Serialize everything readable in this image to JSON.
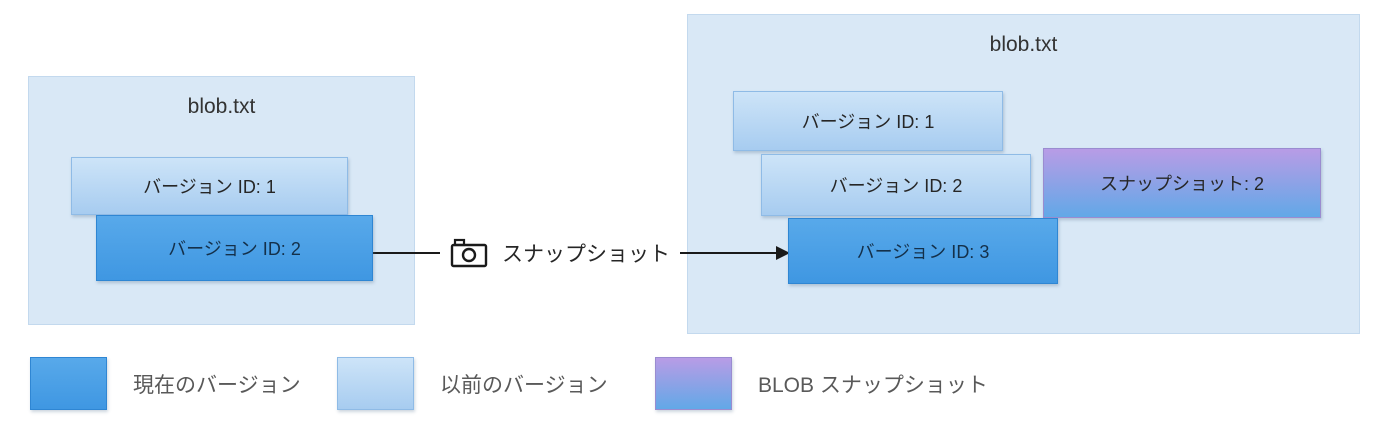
{
  "left_container": {
    "title": "blob.txt",
    "versions": [
      {
        "label": "バージョン ID: 1",
        "type": "previous"
      },
      {
        "label": "バージョン ID: 2",
        "type": "current"
      }
    ]
  },
  "arrow": {
    "label": "スナップショット",
    "icon": "camera-icon"
  },
  "right_container": {
    "title": "blob.txt",
    "versions": [
      {
        "label": "バージョン ID: 1",
        "type": "previous"
      },
      {
        "label": "バージョン ID: 2",
        "type": "previous"
      },
      {
        "label": "バージョン ID: 3",
        "type": "current"
      }
    ],
    "snapshot": {
      "label": "スナップショット: 2",
      "type": "snapshot"
    }
  },
  "legend": [
    {
      "label": "現在のバージョン",
      "type": "current"
    },
    {
      "label": "以前のバージョン",
      "type": "previous"
    },
    {
      "label": "BLOB スナップショット",
      "type": "snapshot"
    }
  ],
  "colors": {
    "container_bg": "#d9e8f6",
    "prev_top": "#cde4f8",
    "prev_bottom": "#a7ccf0",
    "cur_top": "#58a9ea",
    "cur_bottom": "#3f97e2",
    "snap_top": "#b89ce6",
    "snap_bottom": "#62a8e7",
    "arrow_color": "#1a1a1a",
    "text_dark": "#262626",
    "text_gray": "#595959"
  }
}
